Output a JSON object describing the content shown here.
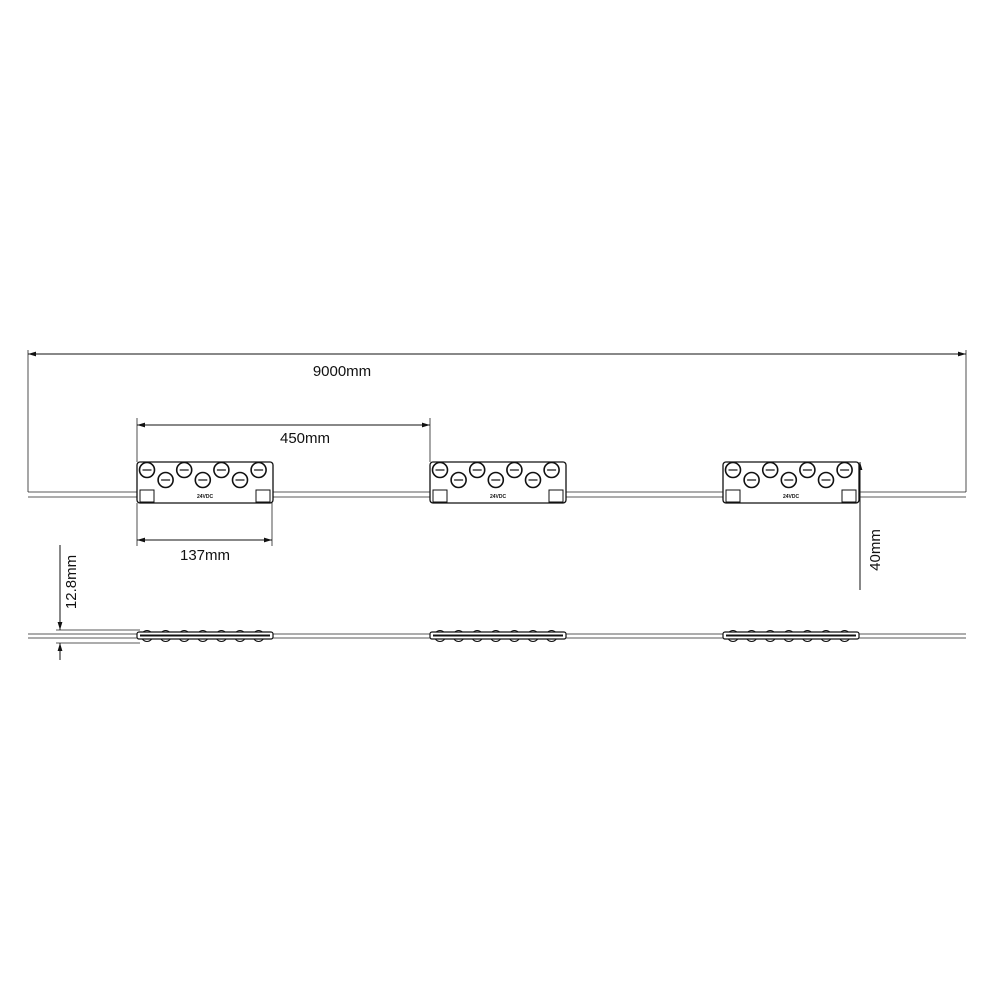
{
  "title": "LED module string dimension drawing",
  "dimensions": {
    "total_length": "9000mm",
    "module_spacing": "450mm",
    "module_length": "137mm",
    "module_height": "40mm",
    "module_thickness": "12.8mm"
  },
  "module": {
    "label": "24VDC",
    "count": 3,
    "leds_per_module": 7
  },
  "colors": {
    "line": "#111111",
    "background": "#ffffff"
  }
}
